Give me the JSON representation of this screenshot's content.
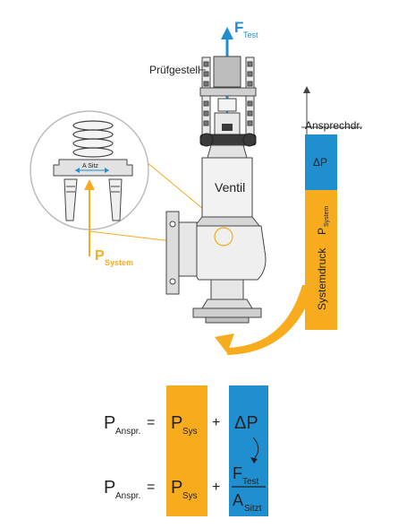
{
  "colors": {
    "orange": "#f7ac1e",
    "blue": "#1f8fcf",
    "outline": "#444444",
    "steel_light": "#e9e9e9",
    "steel_mid": "#bdbdbd",
    "dark": "#3a3a3a"
  },
  "labels": {
    "force_symbol": "F",
    "force_sub": "Test",
    "test_rig": "Prüfgestell",
    "valve": "Ventil",
    "seat_area": "A Sitz",
    "pressure_symbol": "P",
    "pressure_sub": "System",
    "response_pressure": "Ansprechdr.",
    "delta_p": "ΔP",
    "system_pressure": "Systemdruck",
    "bar_p_symbol": "P",
    "bar_p_sub": "System"
  },
  "formula": {
    "lhs_symbol": "P",
    "lhs_sub": "Anspr.",
    "equals": "=",
    "sys_symbol": "P",
    "sys_sub": "Sys",
    "plus": "+",
    "delta_p": "ΔP",
    "f_symbol": "F",
    "f_sub": "Test",
    "a_symbol": "A",
    "a_sub": "Sitzt"
  }
}
